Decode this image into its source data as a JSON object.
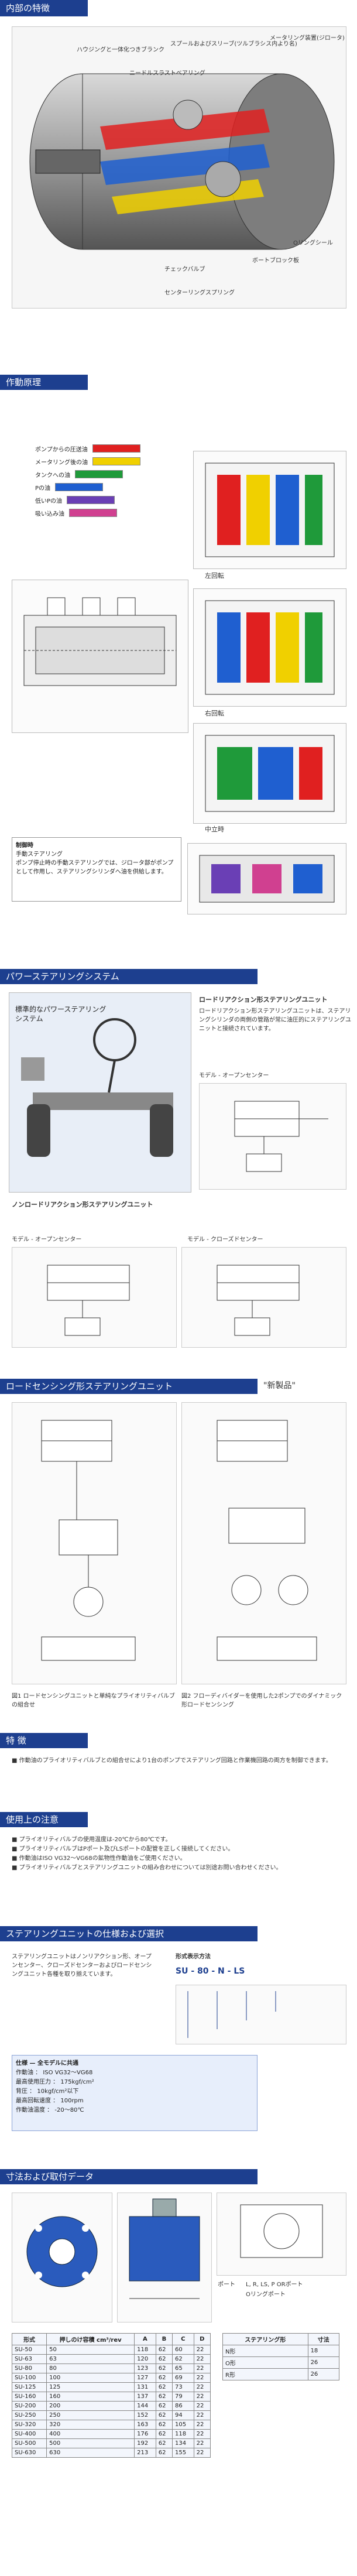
{
  "sections": {
    "internal": "内部の特徴",
    "principle": "作動原理",
    "power_system": "パワーステアリングシステム",
    "load_sensing": "ロードセンシング形ステアリングユニット",
    "features": "特 徴",
    "usage_notes": "使用上の注意",
    "selection": "ステアリングユニットの仕様および選択",
    "dimensions": "寸法および取付データ"
  },
  "internal_callouts": [
    "ハウジングと一体化つきブランク",
    "スプールおよびスリーブ(ツルブラシス内より名)",
    "メータリング装置(ジロータ)",
    "ニードルスラストベアリング",
    "チェックバルブ",
    "ボートブロック板",
    "Oリングシール",
    "センターリングスプリング"
  ],
  "legend": {
    "items": [
      {
        "label": "ポンプからの圧送油",
        "color": "#e02020"
      },
      {
        "label": "メータリング後の油",
        "color": "#f0d000"
      },
      {
        "label": "タンクへの油",
        "color": "#1f9a3a"
      },
      {
        "label": "Pの油",
        "color": "#1f5fd0"
      },
      {
        "label": "低いPの油",
        "color": "#6a3fb5"
      },
      {
        "label": "吸い込み油",
        "color": "#d04090"
      }
    ]
  },
  "principle_captions": [
    "左回転",
    "右回転",
    "中立時"
  ],
  "principle_note": {
    "title": "制御時",
    "lines": [
      "手動ステアリング",
      "ポンプ停止時の手動ステアリングでは、ジロータ部がポンプとして作用し、ステアリングシリンダへ油を供給します。"
    ]
  },
  "power_system": {
    "caption": "標準的なパワーステアリング システム",
    "unit_title": "ロードリアクション形ステアリングユニット",
    "unit_desc": "ロードリアクション形ステアリングユニットは、ステアリングシリンダの両側の管路が常に油圧的にステアリングユニットと接続されています。",
    "left_mode": "モデル - オープンセンター",
    "right_mode": "モデル - クローズドセンター",
    "nonreaction_title": "ノンロードリアクション形ステアリングユニット"
  },
  "load_sensing": {
    "new_label": "\"新製品\"",
    "fig1": "図1 ロードセンシングユニットと単純なプライオリティバルブの組合せ",
    "fig2": "図2 フローディバイダーを使用した2ポンプでのダイナミック形ロードセンシング"
  },
  "features": {
    "paragraph": "■ 作動油のプライオリティバルブとの組合せにより1台のポンプでステアリング回路と作業機回路の両方を制御できます。"
  },
  "usage_notes": {
    "items": [
      "■ プライオリティバルブの使用温度は-20℃から80℃です。",
      "■ プライオリティバルブはPポート及びLSポートの配管を正しく接続してください。",
      "■ 作動油はISO VG32〜VG68の鉱物性作動油をご使用ください。",
      "■ プライオリティバルブとステアリングユニットの組み合わせについては別途お問い合わせください。"
    ]
  },
  "selection": {
    "intro": "ステアリングユニットはノンリアクション形、オープンセンター、クローズドセンターおよびロードセンシングユニット各種を取り揃えています。",
    "model_title": "形式表示方法",
    "model_code": "SU - 80 - N - LS",
    "spec_title": "仕様 — 全モデルに共通",
    "spec_rows": [
      [
        "作動油",
        "ISO VG32〜VG68"
      ],
      [
        "最高使用圧力",
        "175kgf/cm²"
      ],
      [
        "背圧",
        "10kgf/cm²以下"
      ],
      [
        "最高回転速度",
        "100rpm"
      ],
      [
        "作動油温度",
        "-20〜80℃"
      ]
    ]
  },
  "dimensions": {
    "table_headers": [
      "形式",
      "押しのけ容積 cm³/rev",
      "A",
      "B",
      "C",
      "D"
    ],
    "table_rows": [
      [
        "SU-50",
        "50",
        "118",
        "62",
        "60",
        "22"
      ],
      [
        "SU-63",
        "63",
        "120",
        "62",
        "62",
        "22"
      ],
      [
        "SU-80",
        "80",
        "123",
        "62",
        "65",
        "22"
      ],
      [
        "SU-100",
        "100",
        "127",
        "62",
        "69",
        "22"
      ],
      [
        "SU-125",
        "125",
        "131",
        "62",
        "73",
        "22"
      ],
      [
        "SU-160",
        "160",
        "137",
        "62",
        "79",
        "22"
      ],
      [
        "SU-200",
        "200",
        "144",
        "62",
        "86",
        "22"
      ],
      [
        "SU-250",
        "250",
        "152",
        "62",
        "94",
        "22"
      ],
      [
        "SU-320",
        "320",
        "163",
        "62",
        "105",
        "22"
      ],
      [
        "SU-400",
        "400",
        "176",
        "62",
        "118",
        "22"
      ],
      [
        "SU-500",
        "500",
        "192",
        "62",
        "134",
        "22"
      ],
      [
        "SU-630",
        "630",
        "213",
        "62",
        "155",
        "22"
      ]
    ],
    "port_labels": [
      "ポート",
      "L, R, LS, P ORポート",
      "Oリングポート"
    ],
    "side_table_headers": [
      "ステアリング形",
      "寸法"
    ],
    "side_table_rows": [
      [
        "N形",
        "18"
      ],
      [
        "O形",
        "26"
      ],
      [
        "R形",
        "26"
      ]
    ]
  }
}
